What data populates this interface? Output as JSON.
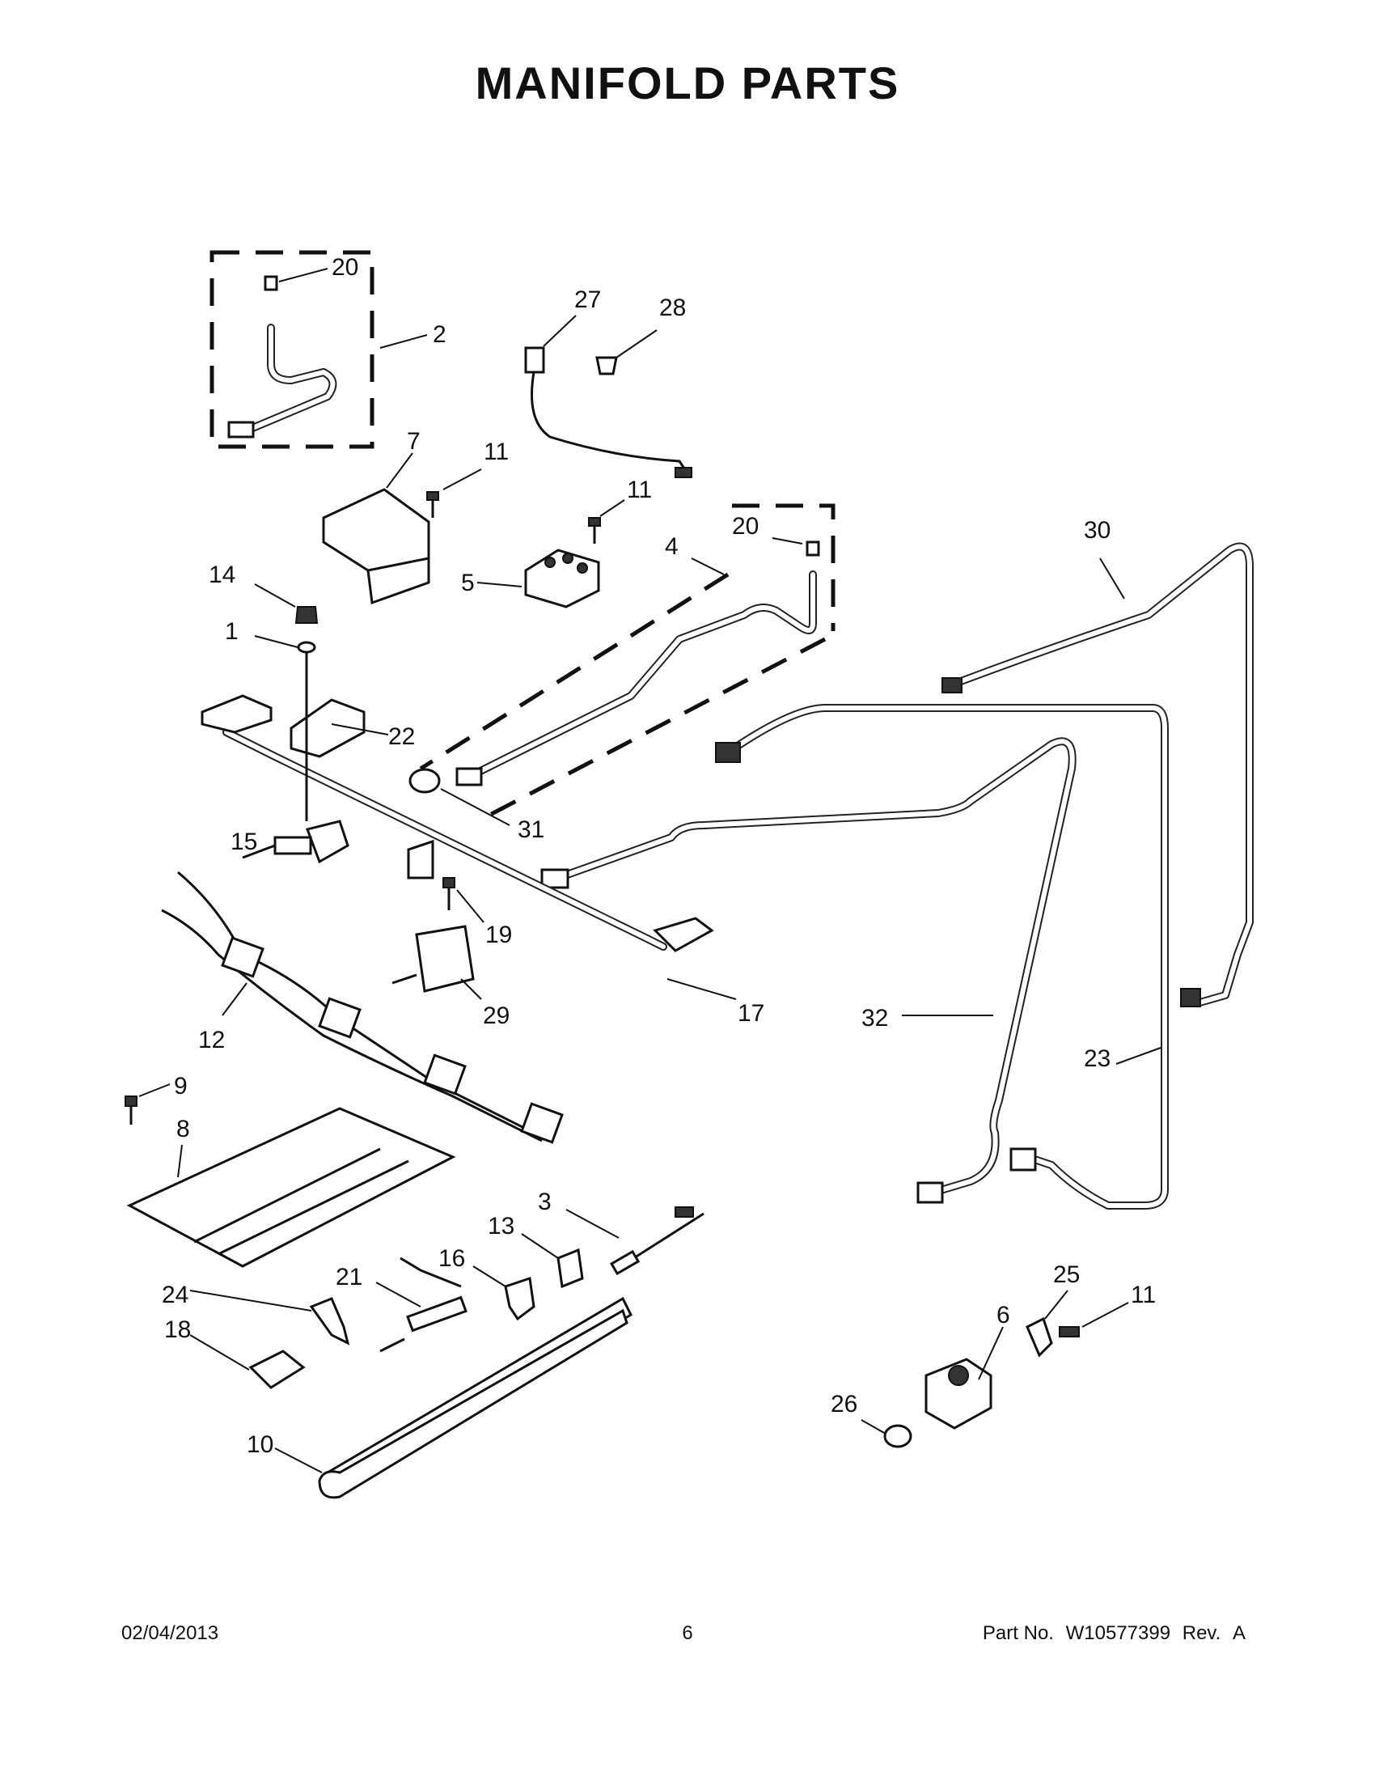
{
  "header": {
    "title": "MANIFOLD PARTS"
  },
  "callouts": {
    "c20a": "20",
    "c2": "2",
    "c27": "27",
    "c28": "28",
    "c7": "7",
    "c11a": "11",
    "c11b": "11",
    "c30": "30",
    "c20b": "20",
    "c4": "4",
    "c14": "14",
    "c5": "5",
    "c1": "1",
    "c22": "22",
    "c31": "31",
    "c15": "15",
    "c19": "19",
    "c29": "29",
    "c17": "17",
    "c12": "12",
    "c32": "32",
    "c23": "23",
    "c9": "9",
    "c8": "8",
    "c3": "3",
    "c13": "13",
    "c16": "16",
    "c21": "21",
    "c25": "25",
    "c11c": "11",
    "c24": "24",
    "c18": "18",
    "c6": "6",
    "c26": "26",
    "c10": "10"
  },
  "footer": {
    "date": "02/04/2013",
    "page": "6",
    "part_no_label": "Part No.",
    "part_no": "W10577399",
    "rev_label": "Rev.",
    "rev": "A"
  }
}
